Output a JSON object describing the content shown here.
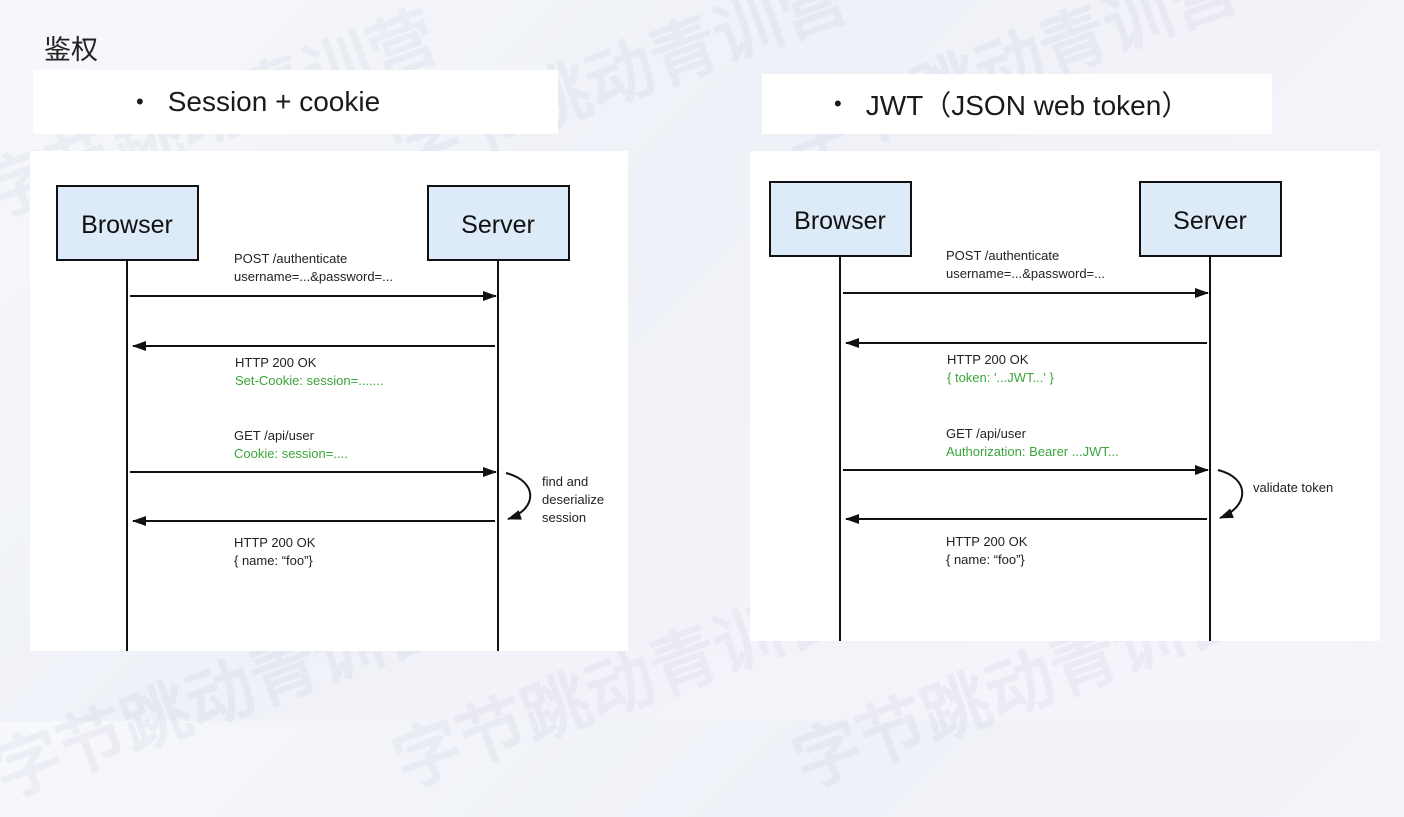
{
  "slide_title": "鉴权",
  "watermark": "字节跳动青训营",
  "left": {
    "bullet": "Session + cookie",
    "diagram": {
      "client": "Browser",
      "server": "Server",
      "msg1_line1": "POST /authenticate",
      "msg1_line2": "username=...&password=...",
      "msg2_line1": "HTTP 200 OK",
      "msg2_line2": "Set-Cookie: session=.......",
      "msg3_line1": "GET /api/user",
      "msg3_line2": "Cookie: session=....",
      "self_note_line1": "find and",
      "self_note_line2": "deserialize",
      "self_note_line3": "session",
      "msg4_line1": "HTTP 200 OK",
      "msg4_line2": "{ name: “foo”}"
    }
  },
  "right": {
    "bullet": "JWT（JSON web token）",
    "diagram": {
      "client": "Browser",
      "server": "Server",
      "msg1_line1": "POST /authenticate",
      "msg1_line2": "username=...&password=...",
      "msg2_line1": "HTTP 200 OK",
      "msg2_line2": "{ token: '...JWT...' }",
      "msg3_line1": "GET /api/user",
      "msg3_line2": "Authorization: Bearer ...JWT...",
      "self_note": "validate token",
      "msg4_line1": "HTTP 200 OK",
      "msg4_line2": "{ name: “foo”}"
    }
  },
  "colors": {
    "box_fill": "#dcebf7",
    "highlight_text": "#3aa53a",
    "line": "#111111"
  }
}
